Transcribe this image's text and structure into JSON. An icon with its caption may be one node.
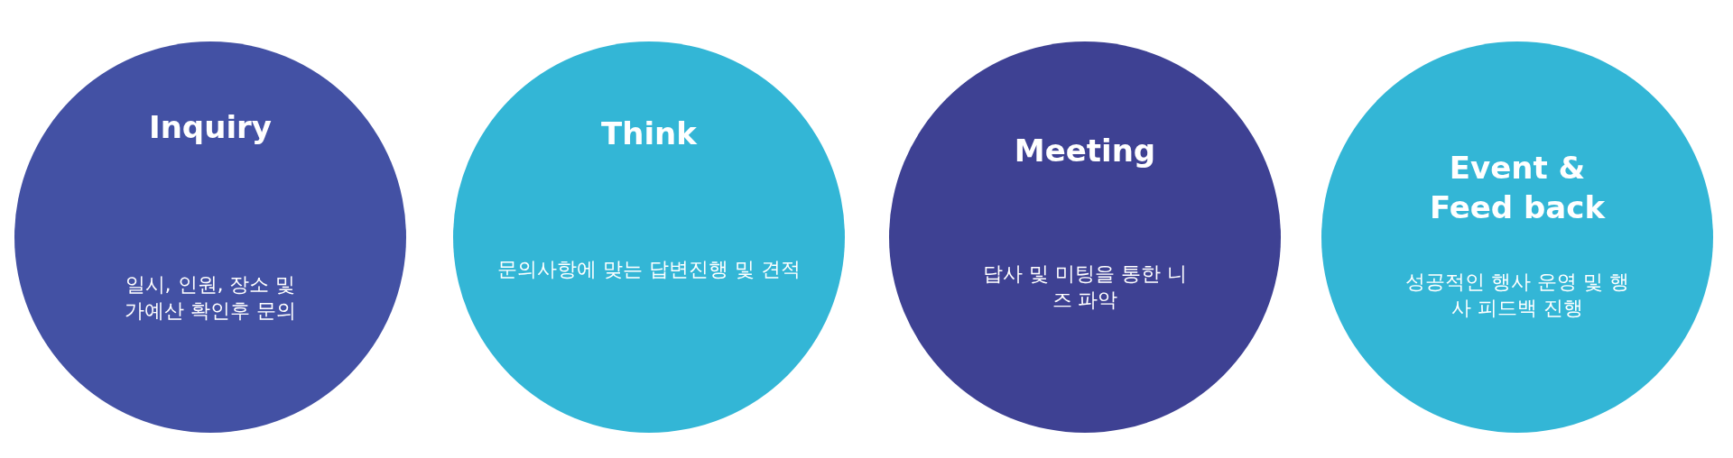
{
  "diagram": {
    "nodes": [
      {
        "text": [
          "Inquiry",
          "일시, 인원, 장소 및 가예산 확인후 문의"
        ]
      },
      {
        "text": [
          "Think",
          "문의사항에 맞는 답변진행 및 견적"
        ]
      },
      {
        "text": [
          "Meeting",
          "답사 및 미팅을 통한 니즈 파악"
        ]
      },
      {
        "text": [
          "Event & Feed back",
          "성공적인 행사 운영 및 행사 피드백 진행"
        ]
      }
    ]
  }
}
